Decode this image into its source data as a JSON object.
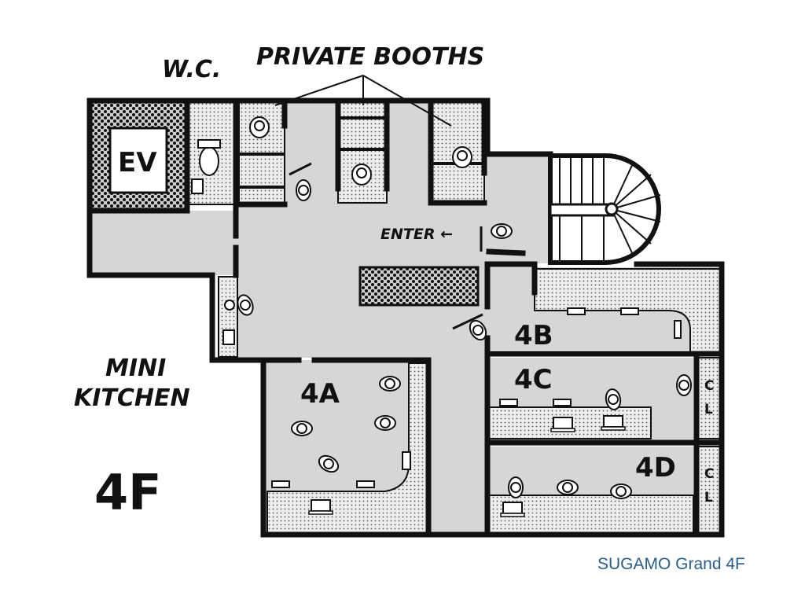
{
  "floor_label": "4F",
  "caption": "SUGAMO Grand 4F",
  "labels": {
    "wc": "W.C.",
    "private_booths": "PRIVATE BOOTHS",
    "elevator": "EV",
    "enter": "ENTER ←",
    "mini_kitchen_line1": "MINI",
    "mini_kitchen_line2": "KITCHEN"
  },
  "rooms": {
    "r4a": "4A",
    "r4b": "4B",
    "r4c": "4C",
    "r4d": "4D"
  },
  "closet_label": [
    "C",
    "L"
  ],
  "colors": {
    "wall": "#111111",
    "floor": "#d6d6d6",
    "dotted_area": "#ebebeb",
    "caption": "#2a5d8a"
  }
}
